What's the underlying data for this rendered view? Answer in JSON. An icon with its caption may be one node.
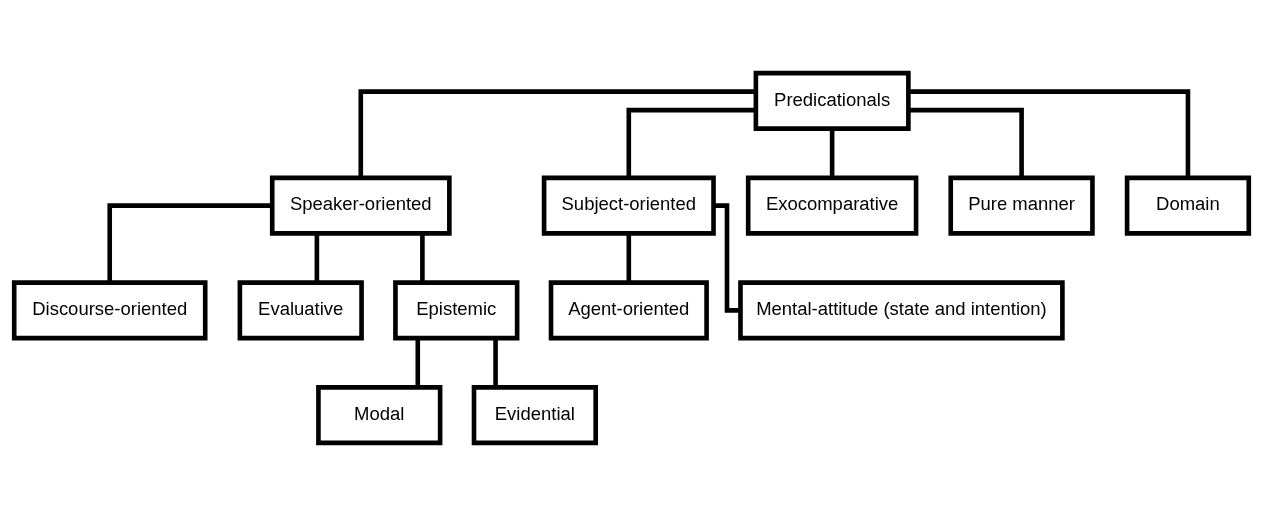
{
  "diagram": {
    "nodes": [
      {
        "text": [
          "Predicationals"
        ]
      },
      {
        "text": [
          "Speaker-oriented"
        ]
      },
      {
        "text": [
          "Subject-oriented"
        ]
      },
      {
        "text": [
          "Exocomparative"
        ]
      },
      {
        "text": [
          "Pure manner"
        ]
      },
      {
        "text": [
          "Domain"
        ]
      },
      {
        "text": [
          "Discourse-oriented"
        ]
      },
      {
        "text": [
          "Evaluative"
        ]
      },
      {
        "text": [
          "Epistemic"
        ]
      },
      {
        "text": [
          "Agent-oriented"
        ]
      },
      {
        "text": [
          "Modal"
        ]
      },
      {
        "text": [
          "Mental-attitude (state and intention)"
        ]
      },
      {
        "text": [
          "Evidential"
        ]
      }
    ],
    "edges": [
      {
        "from": 0,
        "to": 1,
        "arrow": "none"
      },
      {
        "from": 0,
        "to": 2,
        "arrow": "none"
      },
      {
        "from": 0,
        "to": 3,
        "arrow": "none"
      },
      {
        "from": 0,
        "to": 4,
        "arrow": "none"
      },
      {
        "from": 0,
        "to": 5,
        "arrow": "none"
      },
      {
        "from": 1,
        "to": 6,
        "arrow": "none"
      },
      {
        "from": 1,
        "to": 7,
        "arrow": "none"
      },
      {
        "from": 1,
        "to": 8,
        "arrow": "none"
      },
      {
        "from": 2,
        "to": 9,
        "arrow": "none"
      },
      {
        "from": 2,
        "to": 11,
        "arrow": "none"
      },
      {
        "from": 8,
        "to": 10,
        "arrow": "none"
      },
      {
        "from": 8,
        "to": 12,
        "arrow": "none"
      }
    ]
  }
}
